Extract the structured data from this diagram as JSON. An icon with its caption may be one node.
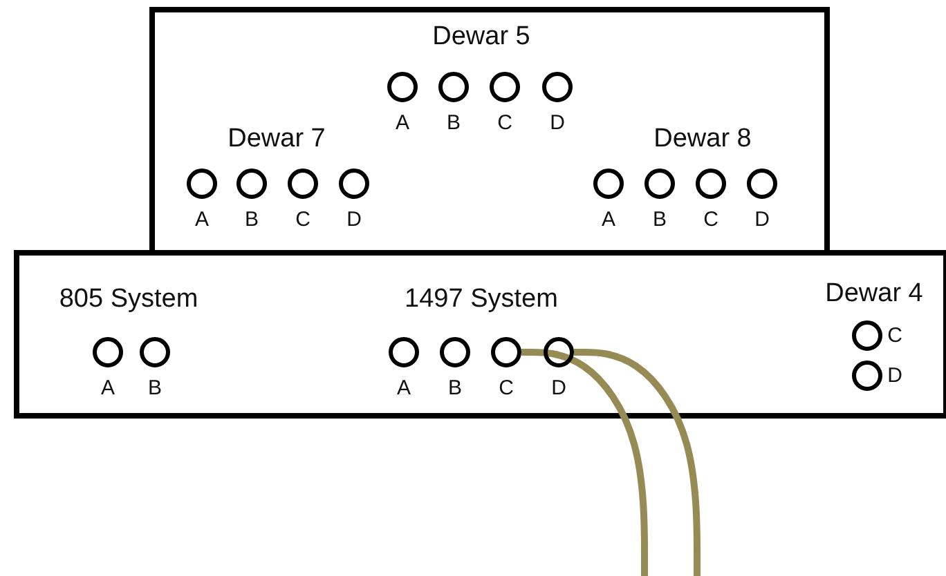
{
  "diagram": {
    "nodes": [
      {
        "text": [],
        "shape": "box"
      },
      {
        "text": [],
        "shape": "box"
      },
      {
        "text": [],
        "shape": "circle",
        "in": 0,
        "beside": [
          "A"
        ]
      },
      {
        "text": [],
        "shape": "circle",
        "in": 0,
        "beside": [
          "B"
        ]
      },
      {
        "text": [],
        "shape": "circle",
        "in": 0,
        "beside": [
          "C"
        ]
      },
      {
        "text": [],
        "shape": "circle",
        "in": 0,
        "beside": [
          "D"
        ]
      },
      {
        "text": [],
        "shape": "circle",
        "in": 0,
        "beside": [
          "A"
        ]
      },
      {
        "text": [],
        "shape": "circle",
        "in": 0,
        "beside": [
          "B"
        ]
      },
      {
        "text": [],
        "shape": "circle",
        "in": 0,
        "beside": [
          "C"
        ]
      },
      {
        "text": [],
        "shape": "circle",
        "in": 0,
        "beside": [
          "D"
        ]
      },
      {
        "text": [],
        "shape": "circle",
        "in": 0,
        "beside": [
          "A"
        ]
      },
      {
        "text": [],
        "shape": "circle",
        "in": 0,
        "beside": [
          "B"
        ]
      },
      {
        "text": [],
        "shape": "circle",
        "in": 0,
        "beside": [
          "C"
        ]
      },
      {
        "text": [],
        "shape": "circle",
        "in": 0,
        "beside": [
          "D"
        ]
      },
      {
        "text": [],
        "shape": "circle",
        "in": 1,
        "beside": [
          "A"
        ]
      },
      {
        "text": [],
        "shape": "circle",
        "in": 1,
        "beside": [
          "B"
        ]
      },
      {
        "text": [],
        "shape": "circle",
        "in": 1,
        "beside": [
          "A"
        ]
      },
      {
        "text": [],
        "shape": "circle",
        "in": 1,
        "beside": [
          "B"
        ]
      },
      {
        "text": [],
        "shape": "circle",
        "in": 1,
        "beside": [
          "C"
        ]
      },
      {
        "text": [],
        "shape": "circle",
        "in": 1,
        "beside": [
          "D"
        ]
      },
      {
        "text": [],
        "shape": "circle",
        "in": 1,
        "beside": [
          "C"
        ]
      },
      {
        "text": [],
        "shape": "circle",
        "in": 1,
        "beside": [
          "D"
        ]
      }
    ],
    "edges": [
      {
        "from": 18,
        "to": null,
        "arrow": "none"
      },
      {
        "from": 19,
        "to": null,
        "arrow": "none"
      }
    ],
    "labels": [
      "Dewar 5",
      "Dewar 7",
      "Dewar 8",
      "805 System",
      "1497 System",
      "Dewar 4"
    ]
  }
}
